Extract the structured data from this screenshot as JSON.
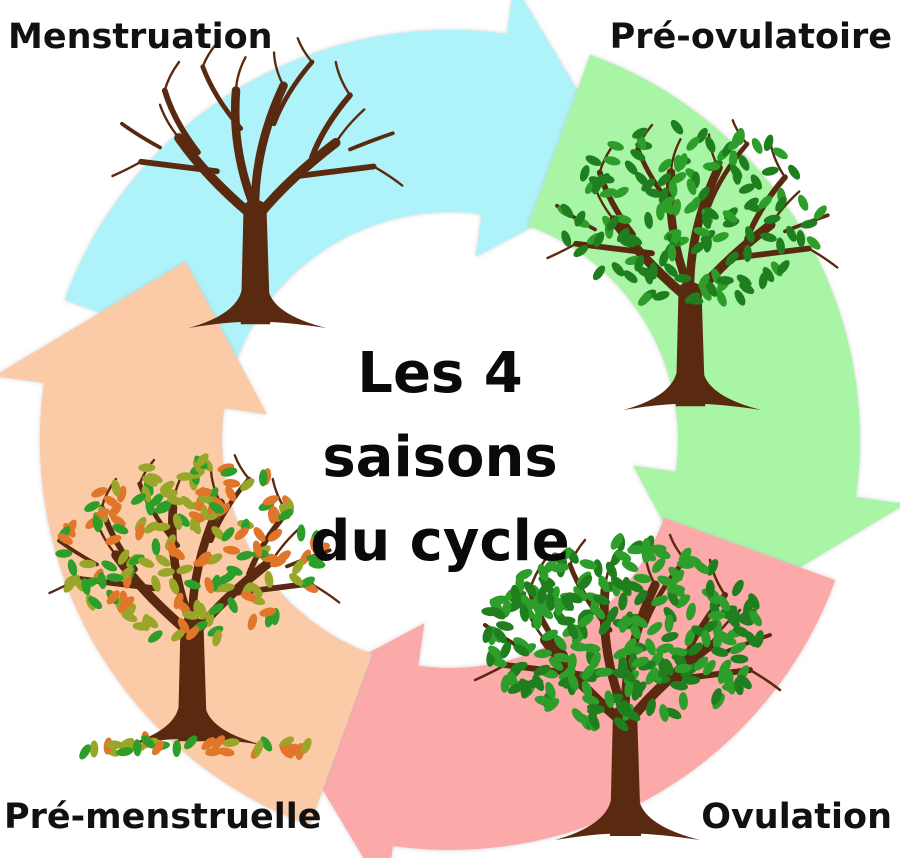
{
  "title": {
    "line1": "Les 4 saisons",
    "line2": "du cycle"
  },
  "phases": [
    {
      "label": "Menstruation",
      "color": "#aef2fa",
      "tree": "bare-tree-icon"
    },
    {
      "label": "Pré-ovulatoire",
      "color": "#a9f5a6",
      "tree": "budding-tree-icon"
    },
    {
      "label": "Ovulation",
      "color": "#fca9a9",
      "tree": "full-leaf-tree-icon"
    },
    {
      "label": "Pré-menstruelle",
      "color": "#fbcaa6",
      "tree": "autumn-tree-icon"
    }
  ],
  "colors": {
    "trunk": "#5a2a10",
    "leaf_green": "#2e9e2a",
    "leaf_dark_green": "#1f7f1f",
    "leaf_orange": "#e0762a",
    "leaf_olive": "#9aa62a"
  }
}
